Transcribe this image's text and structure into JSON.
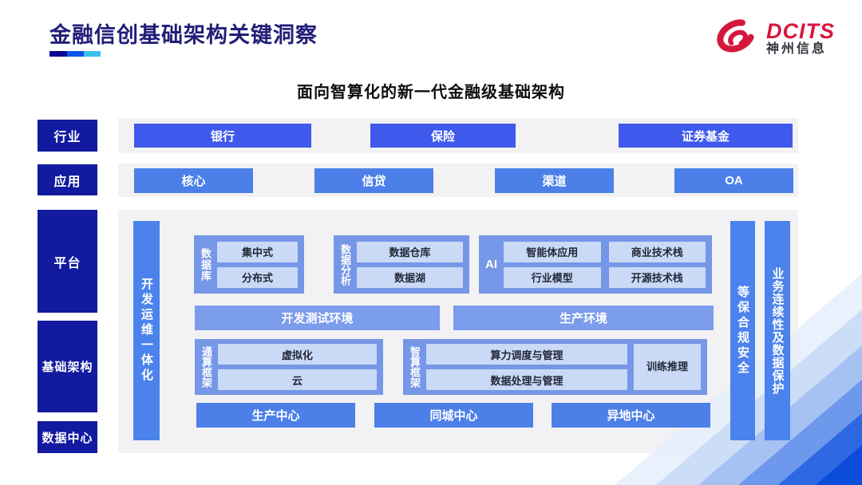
{
  "header": {
    "title": "金融信创基础架构关键洞察",
    "subtitle": "面向智算化的新一代金融级基础架构",
    "logo": {
      "brand": "DCITS",
      "company": "神州信息"
    }
  },
  "layers": {
    "industry": {
      "label": "行业",
      "items": [
        "银行",
        "保险",
        "证券基金"
      ]
    },
    "application": {
      "label": "应用",
      "items": [
        "核心",
        "信贷",
        "渠道",
        "OA"
      ]
    },
    "platform": {
      "label": "平台"
    },
    "infrastructure": {
      "label": "基础架构"
    },
    "datacenter": {
      "label": "数据中心"
    }
  },
  "diagram": {
    "devops_bar": "开发运维一体化",
    "database": {
      "label": "数据库",
      "items": [
        "集中式",
        "分布式"
      ]
    },
    "analytics": {
      "label": "数据分析",
      "items": [
        "数据仓库",
        "数据湖"
      ]
    },
    "ai": {
      "label": "AI",
      "items": [
        "智能体应用",
        "商业技术栈",
        "行业模型",
        "开源技术栈"
      ]
    },
    "environments": [
      "开发测试环境",
      "生产环境"
    ],
    "general_compute": {
      "label": "通算框架",
      "items": [
        "虚拟化",
        "云"
      ]
    },
    "intelligent_compute": {
      "label": "智算框架",
      "items": [
        "算力调度与管理",
        "数据处理与管理"
      ],
      "side_item": "训练推理"
    },
    "centers": [
      "生产中心",
      "同城中心",
      "异地中心"
    ],
    "security_bar": "等保合规安全",
    "continuity_bar": "业务连续性及数据保护"
  },
  "colors": {
    "title_navy": "#221E78",
    "label_deep_blue": "#121AA0",
    "industry_blue": "#3E59EC",
    "app_blue": "#4C80E8",
    "container_periwinkle": "#7697E7",
    "env_periwinkle": "#7C9CEC",
    "chip_light_blue": "#C9D9F6",
    "panel_gray": "#F2F2F4",
    "logo_red": "#D6173C",
    "underline": [
      "#07078F",
      "#0C53E9",
      "#3ABFF0"
    ]
  }
}
